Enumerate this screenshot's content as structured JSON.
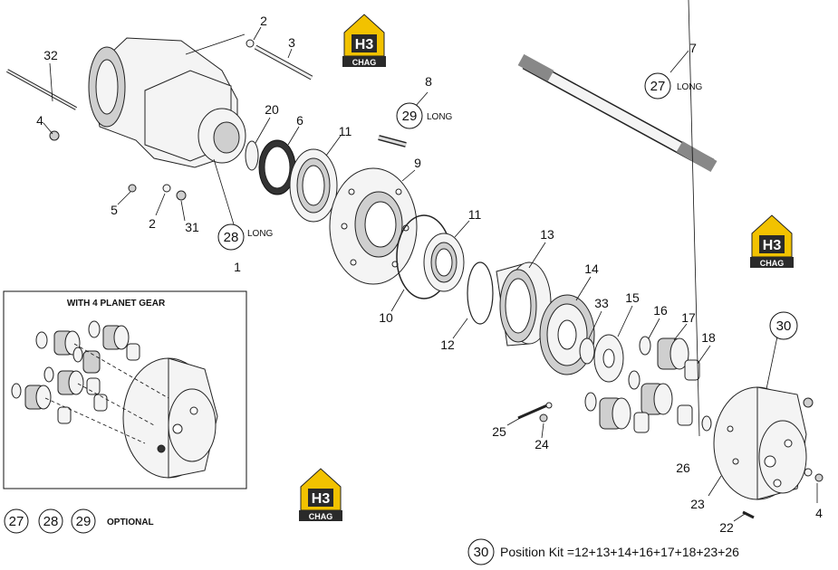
{
  "labels": {
    "p1": "1",
    "p2a": "2",
    "p2b": "2",
    "p3": "3",
    "p4a": "4",
    "p4b": "4",
    "p5": "5",
    "p6": "6",
    "p7": "7",
    "p8": "8",
    "p9": "9",
    "p10": "10",
    "p11a": "11",
    "p11b": "11",
    "p12": "12",
    "p13": "13",
    "p14": "14",
    "p15": "15",
    "p16": "16",
    "p17": "17",
    "p18": "18",
    "p20": "20",
    "p22": "22",
    "p23": "23",
    "p24": "24",
    "p25": "25",
    "p26": "26",
    "p31": "31",
    "p32": "32",
    "p33": "33"
  },
  "circled": {
    "c27": "27",
    "c28": "28",
    "c29": "29",
    "c30": "30",
    "opt27": "27",
    "opt28": "28",
    "opt29": "29",
    "kit30": "30"
  },
  "long_text": {
    "l27": "LONG",
    "l28": "LONG",
    "l29": "LONG"
  },
  "inset": {
    "title": "WITH 4 PLANET GEAR"
  },
  "optional_text": "OPTIONAL",
  "kit_text": "Position Kit =12+13+14+16+17+18+23+26",
  "logo": {
    "mark": "H3",
    "caption": "CHAG",
    "color": "#f2c200"
  }
}
